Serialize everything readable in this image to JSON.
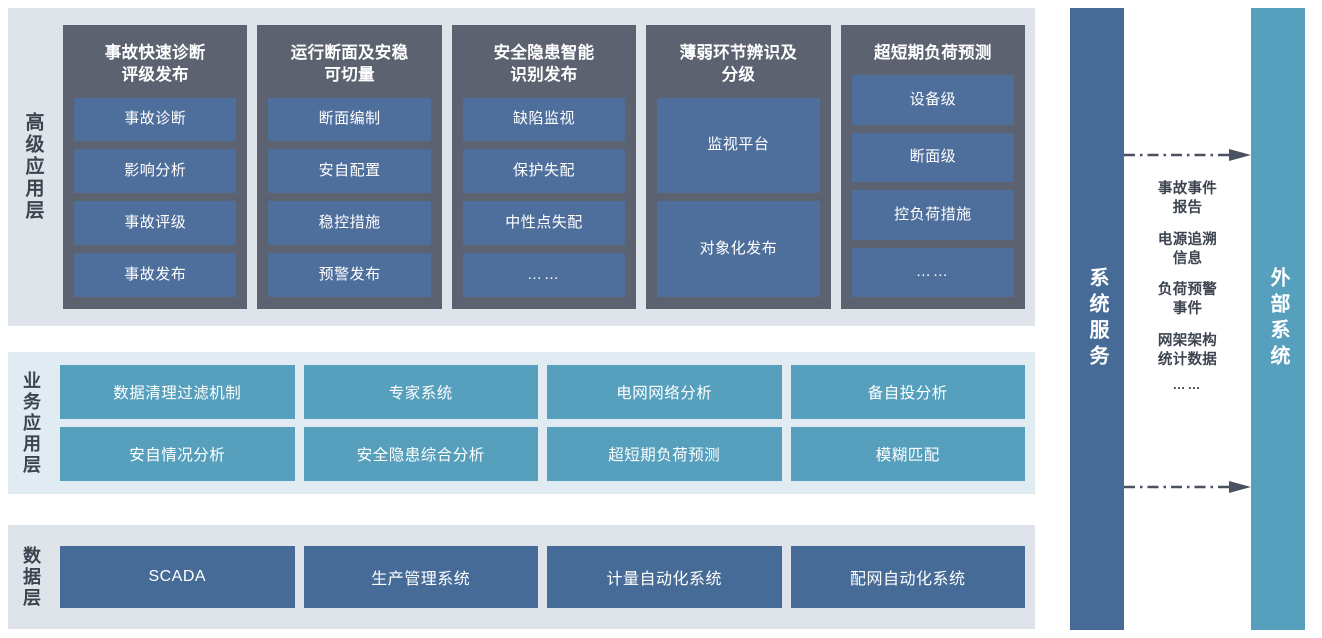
{
  "layers": [
    {
      "id": "advanced-application-layer",
      "label": "高级应用层",
      "columns": [
        {
          "title": "事故快速诊断\n评级发布",
          "items": [
            "事故诊断",
            "影响分析",
            "事故评级",
            "事故发布"
          ]
        },
        {
          "title": "运行断面及安稳\n可切量",
          "items": [
            "断面编制",
            "安自配置",
            "稳控措施",
            "预警发布"
          ]
        },
        {
          "title": "安全隐患智能\n识别发布",
          "items": [
            "缺陷监视",
            "保护失配",
            "中性点失配",
            "……"
          ]
        },
        {
          "title": "薄弱环节辨识及\n分级",
          "items": [
            "监视平台",
            "对象化发布"
          ]
        },
        {
          "title": "超短期负荷预测",
          "items": [
            "设备级",
            "断面级",
            "控负荷措施",
            "……"
          ]
        }
      ]
    },
    {
      "id": "business-application-layer",
      "label": "业务应用层",
      "rows": [
        [
          "数据清理过滤机制",
          "专家系统",
          "电网网络分析",
          "备自投分析"
        ],
        [
          "安自情况分析",
          "安全隐患综合分析",
          "超短期负荷预测",
          "模糊匹配"
        ]
      ]
    },
    {
      "id": "data-layer",
      "label": "数据层",
      "items": [
        "SCADA",
        "生产管理系统",
        "计量自动化系统",
        "配网自动化系统"
      ]
    }
  ],
  "right_side": {
    "system_service_label": "系统服务",
    "external_system_label": "外部系统",
    "flow_labels": [
      "事故事件\n报告",
      "电源追溯\n信息",
      "负荷预警\n事件",
      "网架架构\n统计数据",
      "……"
    ],
    "arrow_direction": "right"
  },
  "colors": {
    "panel_gray": "#dfe3ea",
    "panel_blue": "#e0ecf2",
    "card_dark": "#5c6270",
    "card_steel_blue": "#4e6f9c",
    "teal": "#56a0bd",
    "deep_blue": "#456b96",
    "text_dark": "#3d4450",
    "arrow": "#4a5160"
  }
}
